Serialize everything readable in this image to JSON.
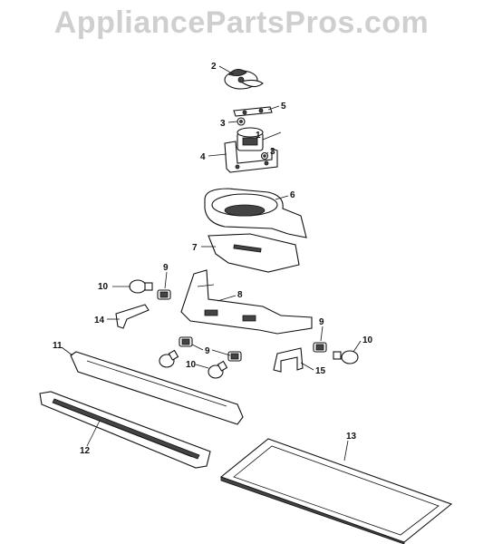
{
  "watermark": "AppliancePartsPros.com",
  "callouts": [
    "1",
    "2",
    "3",
    "3",
    "4",
    "5",
    "6",
    "7",
    "8",
    "9",
    "9",
    "9",
    "10",
    "10",
    "10",
    "11",
    "12",
    "13",
    "14",
    "15"
  ]
}
